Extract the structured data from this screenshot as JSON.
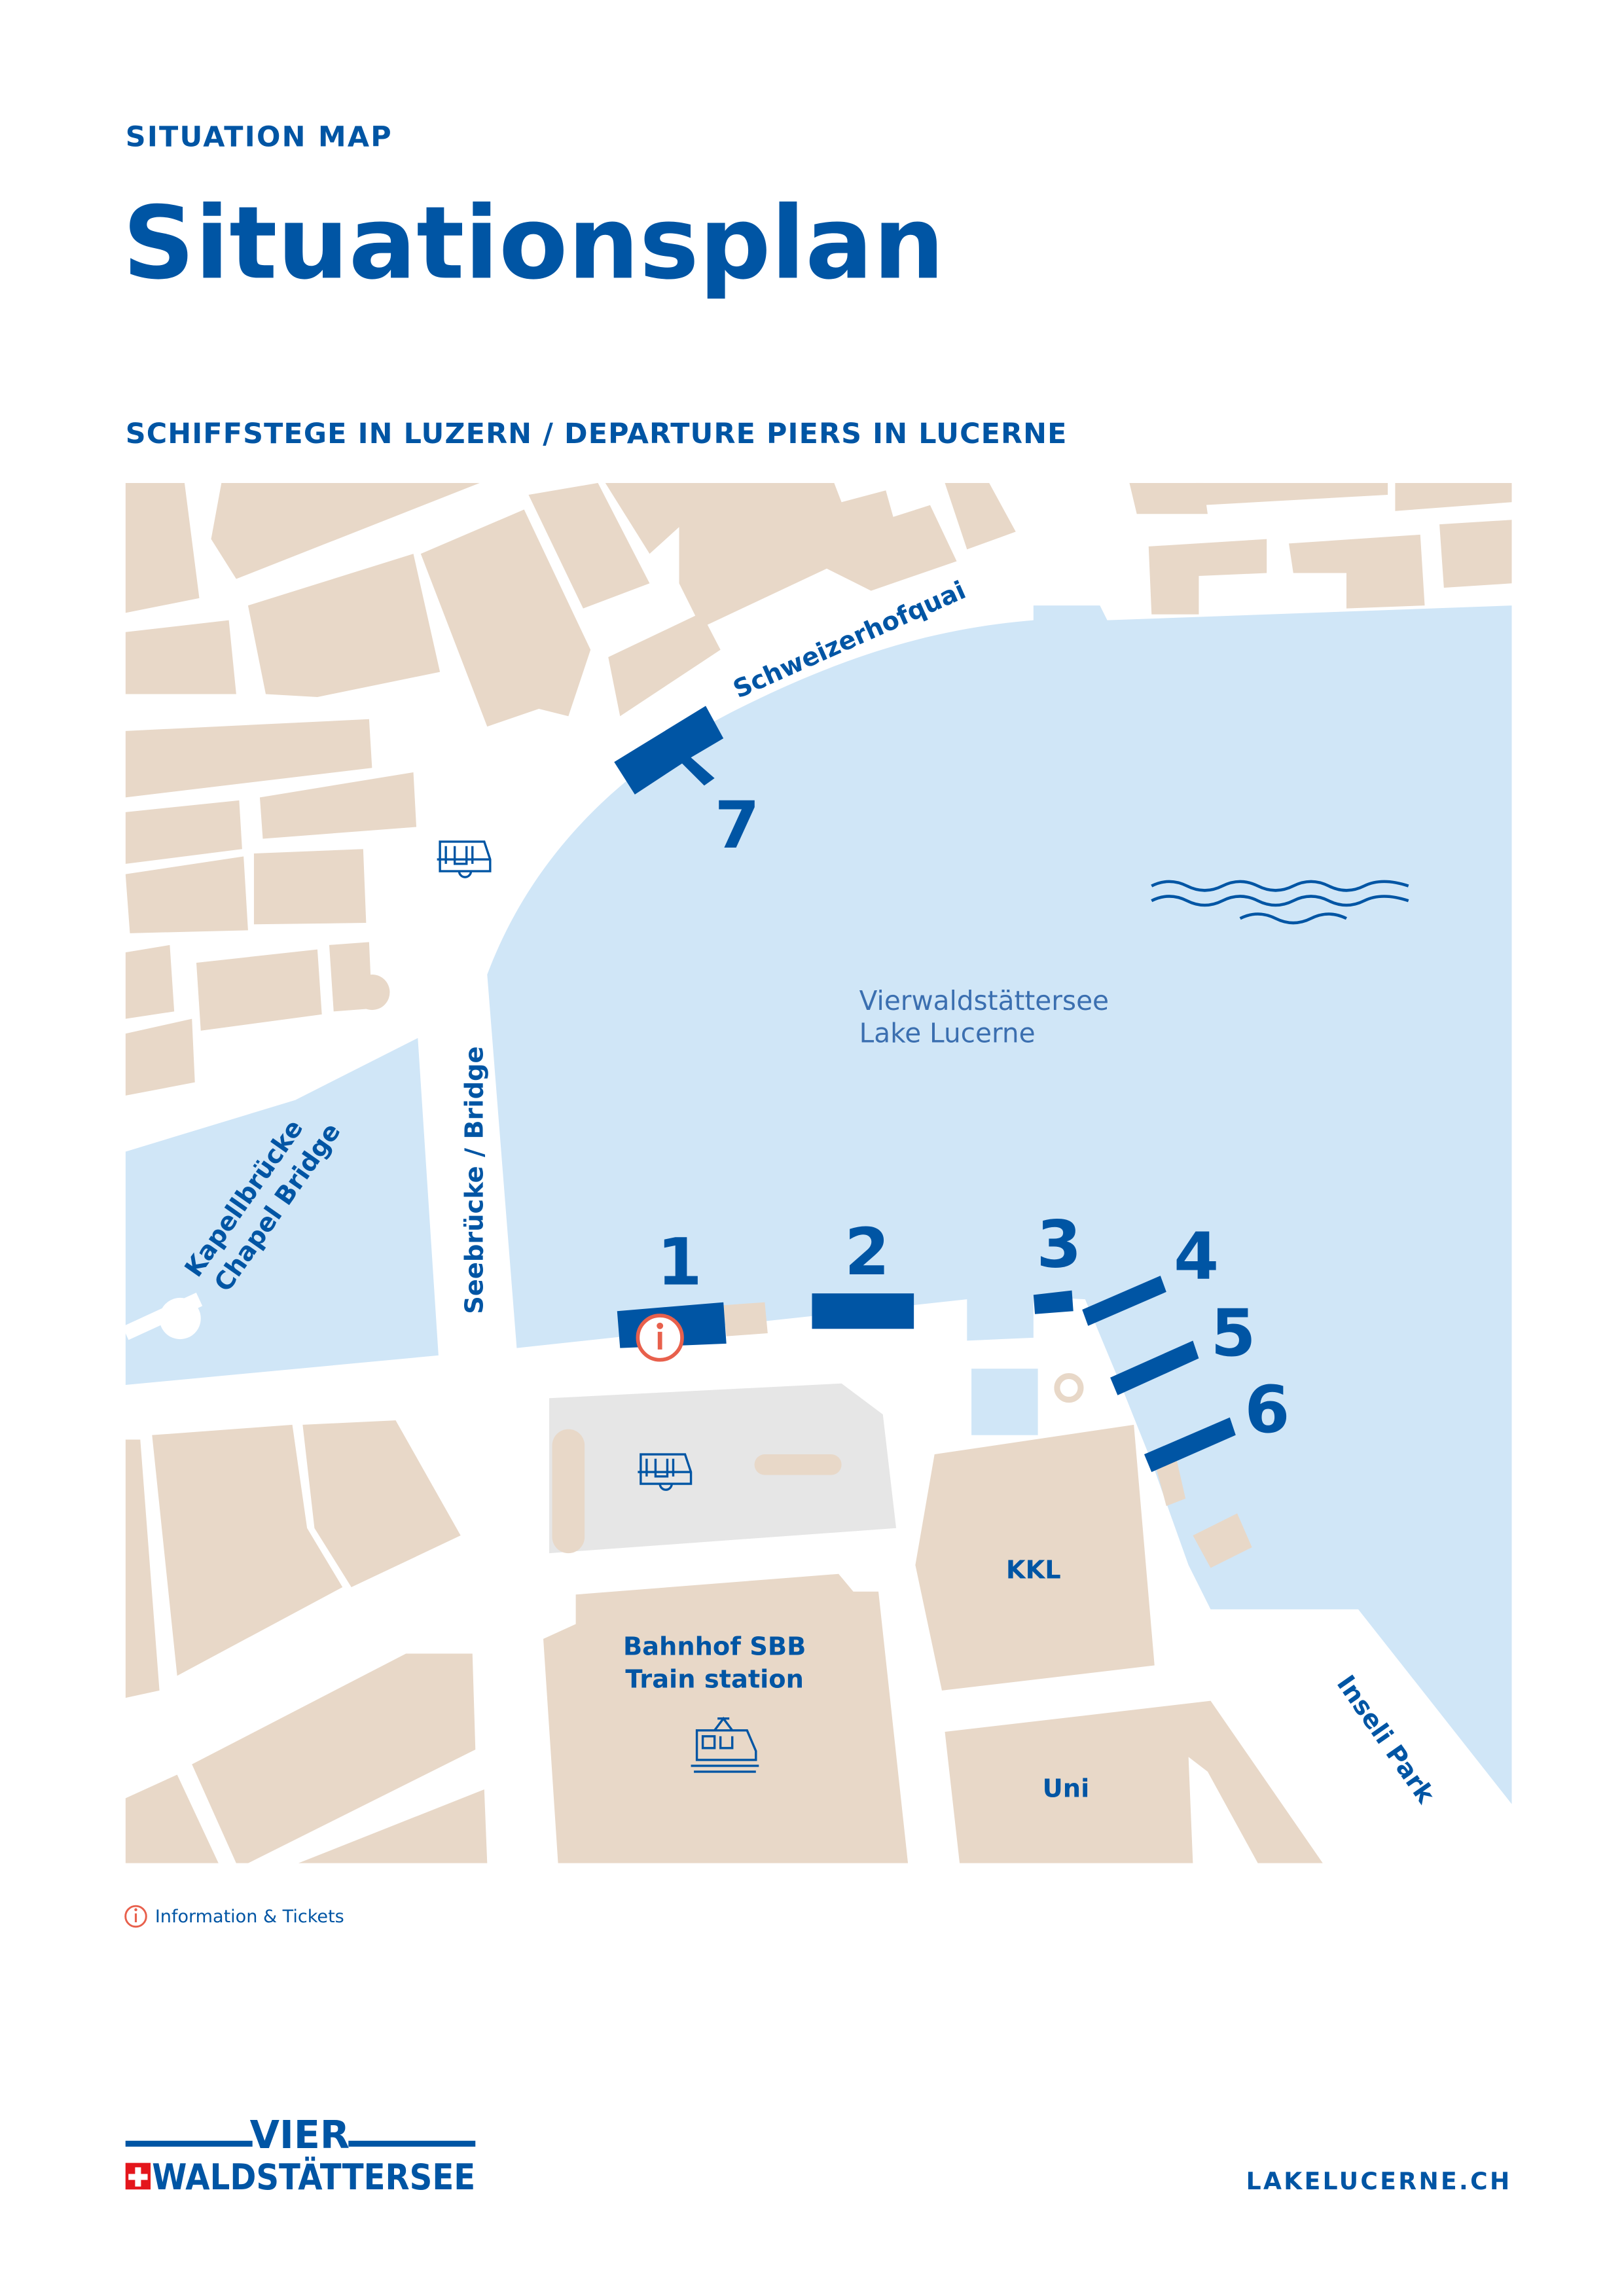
{
  "header": {
    "kicker": "SITUATION MAP",
    "title": "Situationsplan",
    "subtitle": "SCHIFFSTEGE IN LUZERN / DEPARTURE PIERS IN LUCERNE"
  },
  "map": {
    "streets": {
      "schweizerhofquai": "Schweizerhofquai",
      "seebruecke": "Seebrücke / Bridge",
      "kapellbruecke_de": "Kapellbrücke",
      "kapellbruecke_en": "Chapel Bridge",
      "inseli": "Inseli Park"
    },
    "lake": {
      "name_de": "Vierwaldstättersee",
      "name_en": "Lake Lucerne"
    },
    "buildings": {
      "station_de": "Bahnhof SBB",
      "station_en": "Train station",
      "kkl": "KKL",
      "uni": "Uni"
    },
    "piers": [
      "1",
      "2",
      "3",
      "4",
      "5",
      "6",
      "7"
    ],
    "icons": [
      "bus-icon",
      "train-icon",
      "info-icon",
      "waves-icon"
    ]
  },
  "legend": {
    "info_label": "Information & Tickets"
  },
  "footer": {
    "logo_line1": "VIER",
    "logo_line2": "WALDSTÄTTERSEE",
    "website": "LAKELUCERNE.CH"
  },
  "colors": {
    "brand": "#0055a4",
    "lake": "#d0e6f7",
    "building": "#e8d8c8",
    "info": "#e8604c"
  }
}
